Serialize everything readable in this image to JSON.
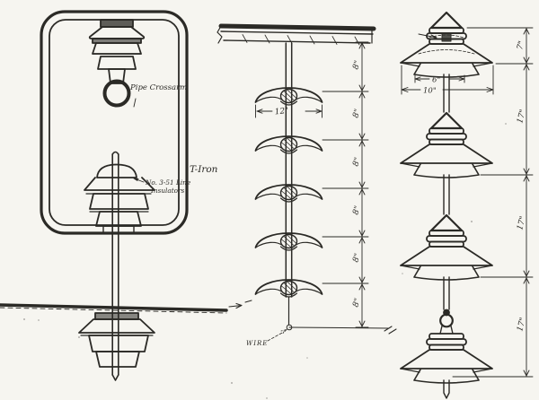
{
  "drawing": {
    "paper_color": "#f6f5f0",
    "ink_color": "#2b2a26",
    "left_view": {
      "pipe_crossarm_label": "Pipe Crossarm",
      "t_iron_label": "T-Iron",
      "insulator_label_line1": "No. 3-51 Line",
      "insulator_label_line2": "Insulators"
    },
    "middle_view": {
      "disc_width_dim": "12\"",
      "spacing_dims": [
        "8\"",
        "8\"",
        "8\"",
        "8\"",
        "8\"",
        "8\""
      ],
      "wire_label": "WIRE"
    },
    "right_view": {
      "cap_height_dim": "7\"",
      "inner_skirt_dim": "6\"",
      "outer_skirt_dim": "10\"",
      "unit_spacing_dims": [
        "17\"",
        "17\"",
        "17\""
      ]
    }
  }
}
